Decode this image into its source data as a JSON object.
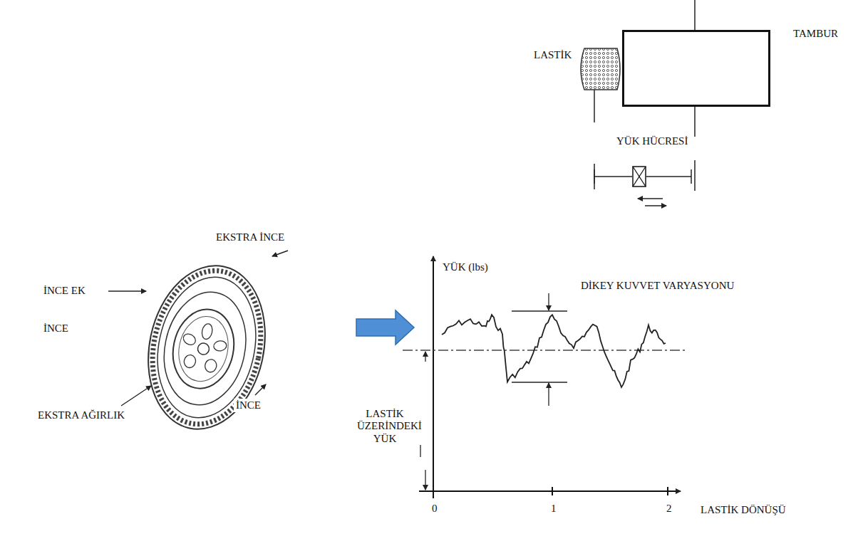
{
  "diagram": {
    "nodes": [
      {
        "text": [
          "TAMBUR"
        ]
      },
      {
        "text": [
          "LASTİK"
        ]
      },
      {
        "text": [
          "YÜK HÜCRESİ"
        ]
      }
    ],
    "labels": [
      "EKSTRA İNCE",
      "İNCE EK",
      "İNCE",
      "EKSTRA AĞIRLIK",
      "İNCE",
      "YÜK (lbs)",
      "DİKEY KUVVET VARYASYONU",
      "LASTİK ÜZERİNDEKİ YÜK",
      "0",
      "1",
      "2",
      "LASTİK DÖNÜŞÜ"
    ]
  }
}
